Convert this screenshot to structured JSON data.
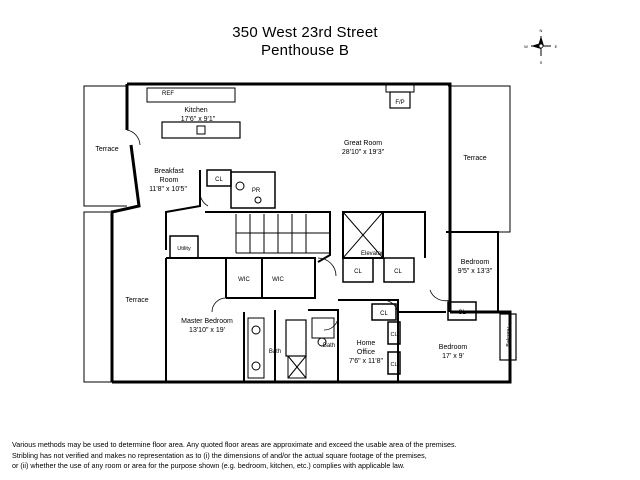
{
  "header": {
    "address": "350 West 23rd Street",
    "unit": "Penthouse B"
  },
  "compass": {
    "n": "N",
    "s": "S",
    "e": "E",
    "w": "W"
  },
  "rooms": {
    "kitchen": {
      "name": "Kitchen",
      "size": "17'6\" x 9'1\""
    },
    "great_room": {
      "name": "Great Room",
      "size": "28'10\" x 19'3\""
    },
    "breakfast_room": {
      "name": "Breakfast",
      "name2": "Room",
      "size": "11'8\" x 10'5\""
    },
    "master_bedroom": {
      "name": "Master Bedroom",
      "size": "13'10\" x 19'"
    },
    "bedroom_ne": {
      "name": "Bedroom",
      "size": "9'5\" x 13'3\""
    },
    "bedroom_se": {
      "name": "Bedroom",
      "size": "17' x 9'"
    },
    "home_office": {
      "name": "Home",
      "name2": "Office",
      "size": "7'6\" x 11'8\""
    }
  },
  "labels": {
    "terrace_nw": "Terrace",
    "terrace_ne": "Terrace",
    "terrace_sw": "Terrace",
    "ref": "REF",
    "fp": "F/P",
    "pr": "PR",
    "utility": "Utility",
    "elevator": "Elevator",
    "wic1": "WIC",
    "wic2": "WIC",
    "bath1": "Bath",
    "bath2": "Bath",
    "balcony": "Balcony",
    "cl_breakfast": "CL",
    "cl_elev1": "CL",
    "cl_elev2": "CL",
    "cl_office_top": "CL",
    "cl_bedroom_ne": "CL",
    "cl_office_side1": "CL",
    "cl_office_side2": "CL"
  },
  "disclaimer": [
    "Various methods may be used to determine floor area.  Any quoted floor areas are approximate and exceed the usable area of the premises.",
    "Stribling has not verified and makes no representation as to (i) the dimensions of and/or the actual square footage of the premises,",
    "or (ii) whether the use of any room or area for the purpose shown (e.g. bedroom, kitchen, etc.) complies with applicable law."
  ]
}
